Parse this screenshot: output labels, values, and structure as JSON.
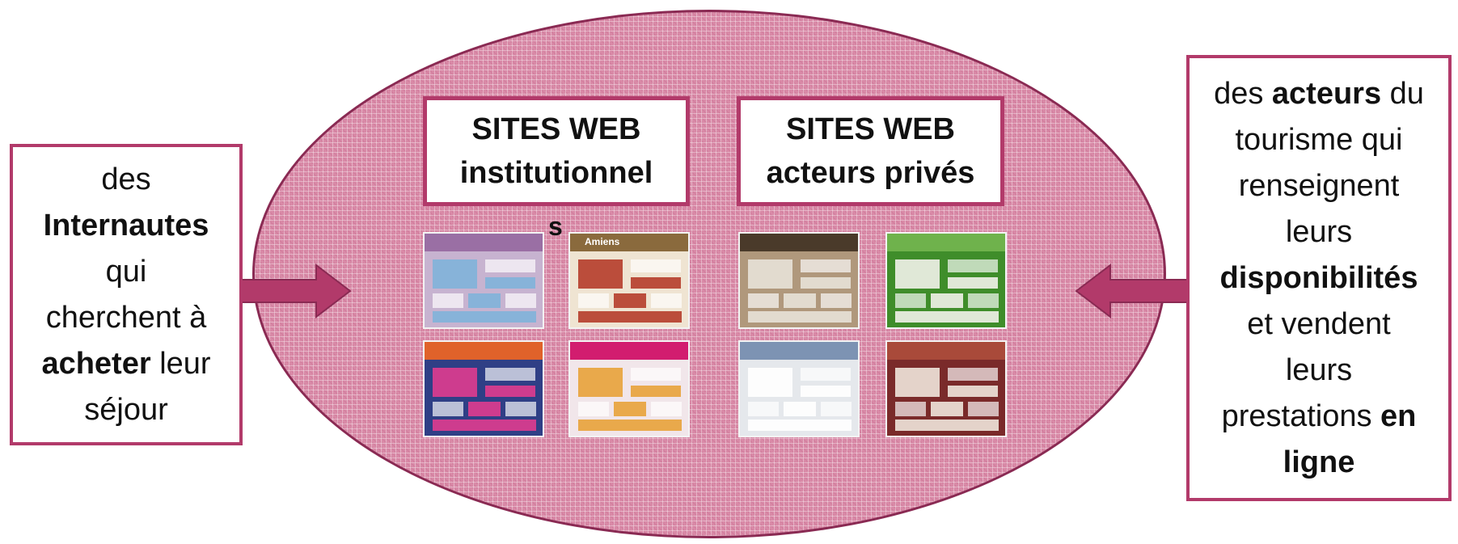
{
  "left_box": {
    "lines": [
      {
        "parts": [
          {
            "t": "des",
            "b": false
          }
        ]
      },
      {
        "parts": [
          {
            "t": "Internautes",
            "b": true
          }
        ]
      },
      {
        "parts": [
          {
            "t": "qui",
            "b": false
          }
        ]
      },
      {
        "parts": [
          {
            "t": "cherchent à",
            "b": false
          }
        ]
      },
      {
        "parts": [
          {
            "t": "acheter",
            "b": true
          },
          {
            "t": " leur",
            "b": false
          }
        ]
      },
      {
        "parts": [
          {
            "t": "séjour",
            "b": false
          }
        ]
      }
    ]
  },
  "right_box": {
    "lines": [
      {
        "parts": [
          {
            "t": "des ",
            "b": false
          },
          {
            "t": "acteurs",
            "b": true
          },
          {
            "t": " du",
            "b": false
          }
        ]
      },
      {
        "parts": [
          {
            "t": "tourisme qui",
            "b": false
          }
        ]
      },
      {
        "parts": [
          {
            "t": "renseignent",
            "b": false
          }
        ]
      },
      {
        "parts": [
          {
            "t": "leurs",
            "b": false
          }
        ]
      },
      {
        "parts": [
          {
            "t": "disponibilités",
            "b": true
          }
        ]
      },
      {
        "parts": [
          {
            "t": "et vendent",
            "b": false
          }
        ]
      },
      {
        "parts": [
          {
            "t": "leurs",
            "b": false
          }
        ]
      },
      {
        "parts": [
          {
            "t": "prestations ",
            "b": false
          },
          {
            "t": "en",
            "b": true
          }
        ]
      },
      {
        "parts": [
          {
            "t": "ligne",
            "b": true
          }
        ]
      }
    ]
  },
  "institutional": {
    "line1": "SITES WEB",
    "line2": "institutionnel",
    "overflow": "s"
  },
  "private": {
    "line1": "SITES WEB",
    "line2": "acteurs privés"
  },
  "screenshots": {
    "institutional": [
      {
        "name": "website-screenshot-inst-1",
        "bg": "#c7b3d0",
        "top": "#9a6fa4",
        "accent": "#7fb3d9"
      },
      {
        "name": "website-screenshot-inst-2",
        "bg": "#efe4d2",
        "top": "#8a6a3d",
        "accent": "#b53c2a",
        "title": "Amiens"
      },
      {
        "name": "website-screenshot-inst-3",
        "bg": "#2f3f86",
        "top": "#e0622a",
        "accent": "#e03c8f"
      },
      {
        "name": "website-screenshot-inst-4",
        "bg": "#f1e6ea",
        "top": "#d21d6f",
        "accent": "#e8a23a"
      }
    ],
    "private": [
      {
        "name": "website-screenshot-priv-1",
        "bg": "#b0987c",
        "top": "#4a3a2a",
        "accent": "#e8e2d8"
      },
      {
        "name": "website-screenshot-priv-2",
        "bg": "#3f8d2a",
        "top": "#6fb24c",
        "accent": "#f2f2ea"
      },
      {
        "name": "website-screenshot-priv-3",
        "bg": "#e5e8ec",
        "top": "#7d93b3",
        "accent": "#ffffff"
      },
      {
        "name": "website-screenshot-priv-4",
        "bg": "#7a2a2a",
        "top": "#a94a3a",
        "accent": "#efe6dc"
      }
    ]
  },
  "colors": {
    "ellipse_fill": "#d98aa7",
    "ellipse_border": "#8a2a53",
    "box_border": "#b23a6a",
    "arrow_fill": "#b23a6a",
    "arrow_stroke": "#8a2a53"
  }
}
